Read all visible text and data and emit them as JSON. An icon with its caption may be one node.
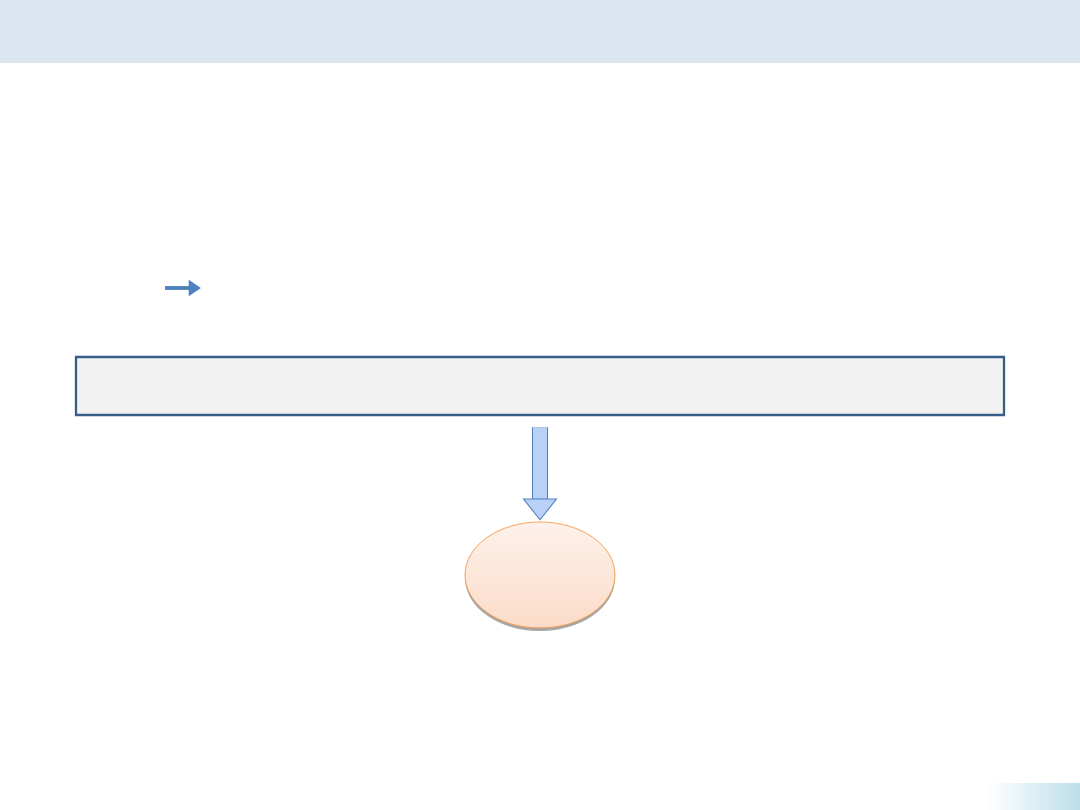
{
  "diagram": {
    "nodes": [
      {
        "text": [],
        "shape": "box"
      },
      {
        "text": [],
        "shape": "ellipse"
      }
    ],
    "edges": [
      {
        "from": 0,
        "to": 1,
        "arrow": "to"
      }
    ]
  }
}
